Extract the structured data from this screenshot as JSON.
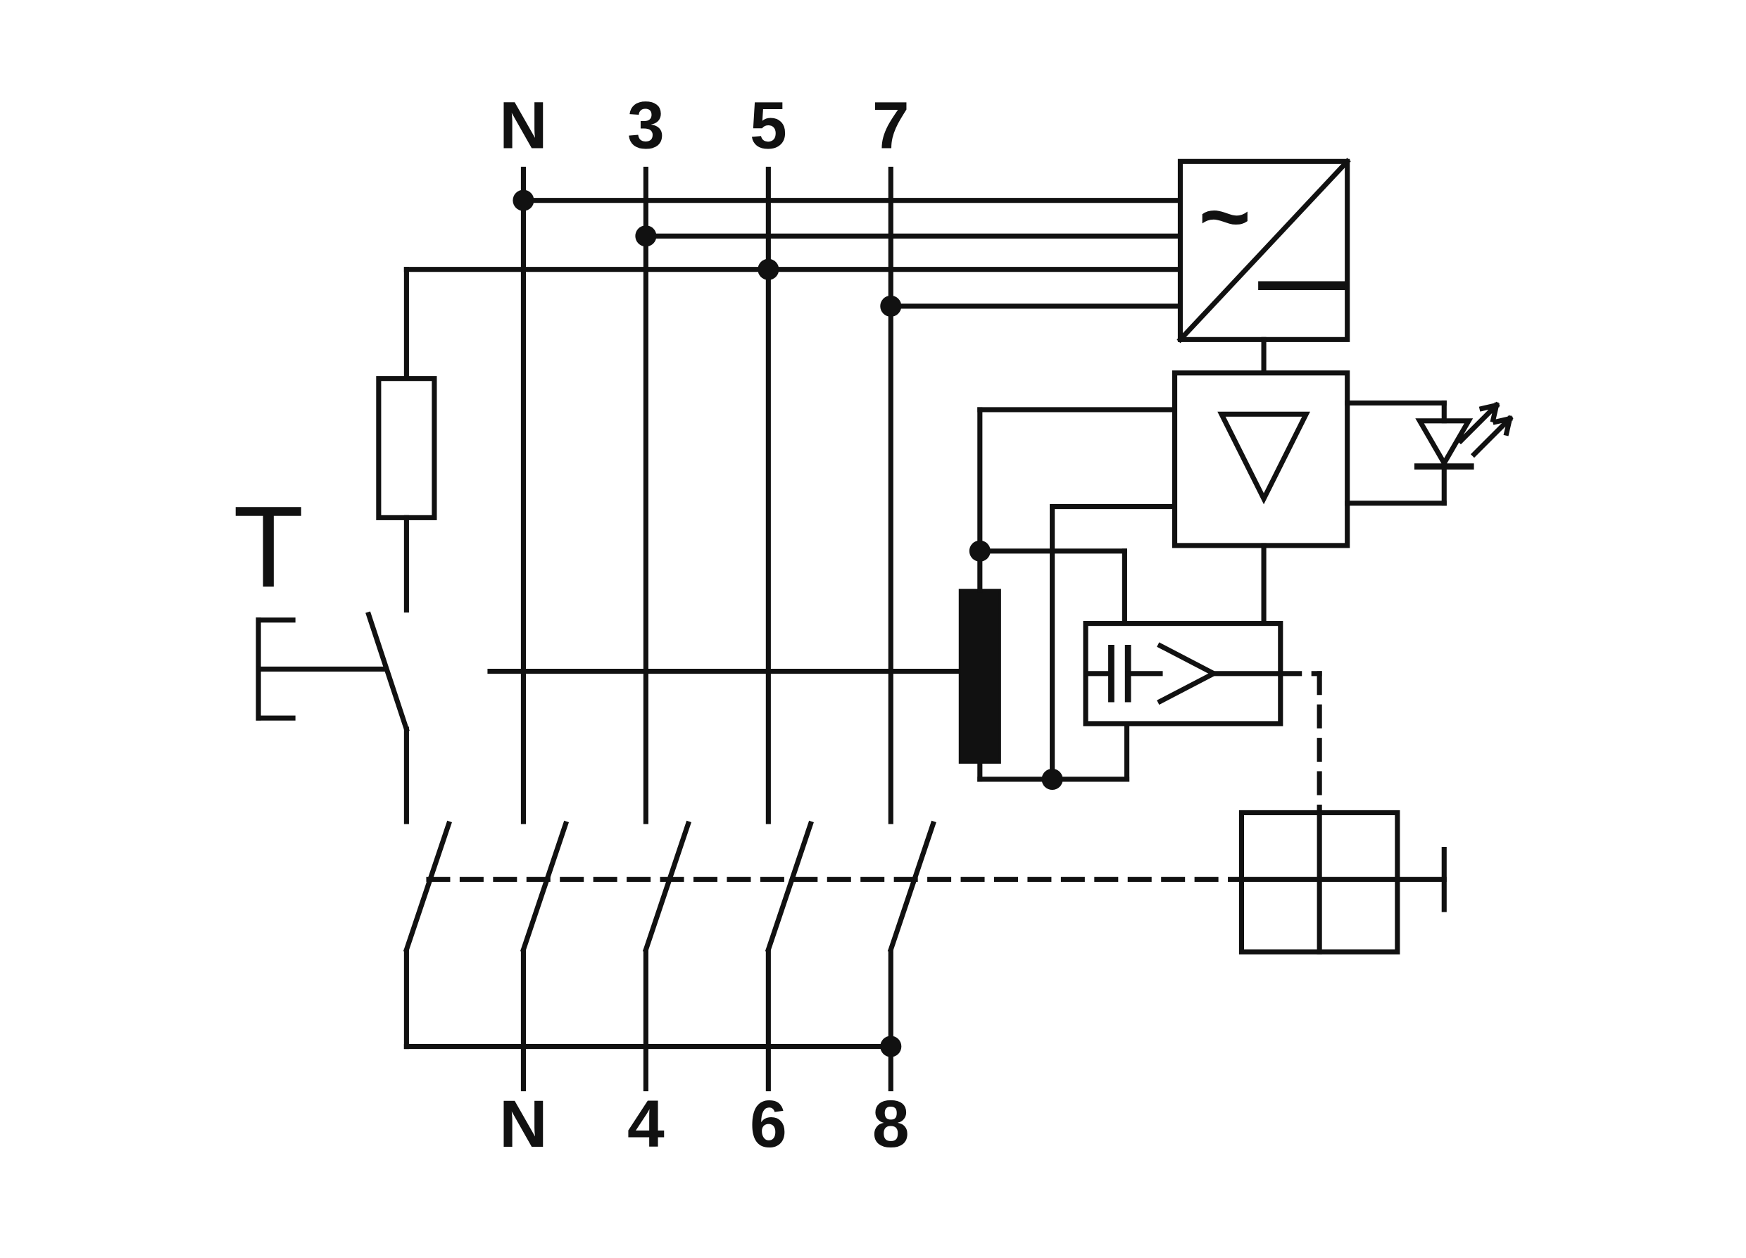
{
  "diagram": {
    "type": "electrical-schematic",
    "description": "Internal wiring diagram of a four-pole residual current circuit breaker (RCCB) with test circuit, rectifier power supply, amplifier, indicator LED, capacitor threshold stage, summation current transformer and trip mechanism",
    "terminals": {
      "top": [
        "N",
        "3",
        "5",
        "7"
      ],
      "bottom": [
        "N",
        "4",
        "6",
        "8"
      ]
    },
    "test_button_label": "T",
    "rectifier": {
      "ac_symbol": "~",
      "dc_symbol": "—"
    },
    "components": [
      "supply-rectifier",
      "amplifier",
      "operation-indicator-led",
      "capacitor-threshold-stage",
      "summation-current-transformer",
      "test-resistor",
      "test-push-button",
      "main-contacts",
      "trip-mechanism"
    ],
    "colors": {
      "line": "#111111",
      "background": "#ffffff",
      "transformer_fill": "#111111"
    }
  }
}
